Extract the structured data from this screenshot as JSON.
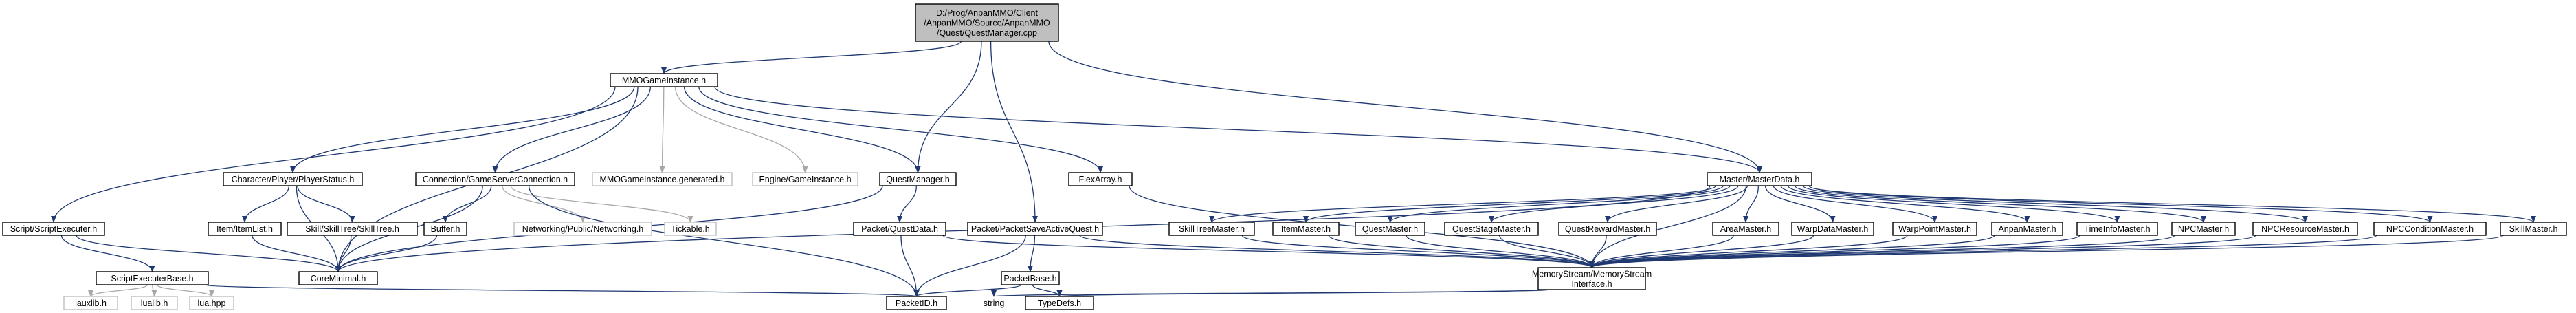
{
  "colors": {
    "edge": "#1f3870",
    "edge_missing": "#a8a8a8",
    "root_fill": "#bfbfbf",
    "node_fill": "#ffffff",
    "node_border": "#000000",
    "missing_border": "#bfbfbf",
    "missing_text": "#808080"
  },
  "nodes": [
    {
      "id": "root",
      "lines": [
        "D:/Prog/AnpanMMO/Client",
        "/AnpanMMO/Source/AnpanMMO",
        "/Quest/QuestManager.cpp"
      ],
      "kind": "root"
    },
    {
      "id": "mmo_game_instance",
      "lines": [
        "MMOGameInstance.h"
      ],
      "kind": "file"
    },
    {
      "id": "master_master_data",
      "lines": [
        "Master/MasterData.h"
      ],
      "kind": "file"
    },
    {
      "id": "script_executer",
      "lines": [
        "Script/ScriptExecuter.h"
      ],
      "kind": "file"
    },
    {
      "id": "character_player_status",
      "lines": [
        "Character/Player/PlayerStatus.h"
      ],
      "kind": "file"
    },
    {
      "id": "connection_game_server",
      "lines": [
        "Connection/GameServerConnection.h"
      ],
      "kind": "file"
    },
    {
      "id": "mmo_game_instance_generated",
      "lines": [
        "MMOGameInstance.generated.h"
      ],
      "kind": "missing"
    },
    {
      "id": "engine_game_instance",
      "lines": [
        "Engine/GameInstance.h"
      ],
      "kind": "missing"
    },
    {
      "id": "quest_manager_h",
      "lines": [
        "QuestManager.h"
      ],
      "kind": "file"
    },
    {
      "id": "flex_array",
      "lines": [
        "FlexArray.h"
      ],
      "kind": "file"
    },
    {
      "id": "packet_save_active_quest",
      "lines": [
        "Packet/PacketSaveActiveQuest.h"
      ],
      "kind": "file"
    },
    {
      "id": "item_item_list",
      "lines": [
        "Item/ItemList.h"
      ],
      "kind": "file"
    },
    {
      "id": "skill_tree",
      "lines": [
        "Skill/SkillTree/SkillTree.h"
      ],
      "kind": "file"
    },
    {
      "id": "buffer",
      "lines": [
        "Buffer.h"
      ],
      "kind": "file"
    },
    {
      "id": "networking",
      "lines": [
        "Networking/Public/Networking.h"
      ],
      "kind": "missing"
    },
    {
      "id": "tickable",
      "lines": [
        "Tickable.h"
      ],
      "kind": "missing"
    },
    {
      "id": "packet_quest_data",
      "lines": [
        "Packet/QuestData.h"
      ],
      "kind": "file"
    },
    {
      "id": "skill_tree_master",
      "lines": [
        "SkillTreeMaster.h"
      ],
      "kind": "file"
    },
    {
      "id": "item_master",
      "lines": [
        "ItemMaster.h"
      ],
      "kind": "file"
    },
    {
      "id": "quest_master",
      "lines": [
        "QuestMaster.h"
      ],
      "kind": "file"
    },
    {
      "id": "quest_stage_master",
      "lines": [
        "QuestStageMaster.h"
      ],
      "kind": "file"
    },
    {
      "id": "quest_reward_master",
      "lines": [
        "QuestRewardMaster.h"
      ],
      "kind": "file"
    },
    {
      "id": "area_master",
      "lines": [
        "AreaMaster.h"
      ],
      "kind": "file"
    },
    {
      "id": "warp_data_master",
      "lines": [
        "WarpDataMaster.h"
      ],
      "kind": "file"
    },
    {
      "id": "warp_point_master",
      "lines": [
        "WarpPointMaster.h"
      ],
      "kind": "file"
    },
    {
      "id": "anpan_master",
      "lines": [
        "AnpanMaster.h"
      ],
      "kind": "file"
    },
    {
      "id": "time_info_master",
      "lines": [
        "TimeInfoMaster.h"
      ],
      "kind": "file"
    },
    {
      "id": "npc_master",
      "lines": [
        "NPCMaster.h"
      ],
      "kind": "file"
    },
    {
      "id": "npc_resource_master",
      "lines": [
        "NPCResourceMaster.h"
      ],
      "kind": "file"
    },
    {
      "id": "npc_condition_master",
      "lines": [
        "NPCConditionMaster.h"
      ],
      "kind": "file"
    },
    {
      "id": "skill_master",
      "lines": [
        "SkillMaster.h"
      ],
      "kind": "file"
    },
    {
      "id": "script_executer_base",
      "lines": [
        "ScriptExecuterBase.h"
      ],
      "kind": "file"
    },
    {
      "id": "core_minimal",
      "lines": [
        "CoreMinimal.h"
      ],
      "kind": "file"
    },
    {
      "id": "packet_base",
      "lines": [
        "PacketBase.h"
      ],
      "kind": "file"
    },
    {
      "id": "memory_stream_interface",
      "lines": [
        "MemoryStream/MemoryStream",
        "Interface.h"
      ],
      "kind": "file"
    },
    {
      "id": "lauxlib",
      "lines": [
        "lauxlib.h"
      ],
      "kind": "missing"
    },
    {
      "id": "lualib",
      "lines": [
        "lualib.h"
      ],
      "kind": "missing"
    },
    {
      "id": "lua_hpp",
      "lines": [
        "lua.hpp"
      ],
      "kind": "missing"
    },
    {
      "id": "packet_id",
      "lines": [
        "PacketID.h"
      ],
      "kind": "file"
    },
    {
      "id": "string",
      "lines": [
        "string"
      ],
      "kind": "bare"
    },
    {
      "id": "type_defs",
      "lines": [
        "TypeDefs.h"
      ],
      "kind": "file"
    }
  ],
  "edges": [
    [
      "root",
      "mmo_game_instance"
    ],
    [
      "root",
      "quest_manager_h"
    ],
    [
      "root",
      "packet_save_active_quest"
    ],
    [
      "root",
      "master_master_data"
    ],
    [
      "mmo_game_instance",
      "script_executer"
    ],
    [
      "mmo_game_instance",
      "character_player_status"
    ],
    [
      "mmo_game_instance",
      "connection_game_server"
    ],
    [
      "mmo_game_instance",
      "mmo_game_instance_generated"
    ],
    [
      "mmo_game_instance",
      "engine_game_instance"
    ],
    [
      "mmo_game_instance",
      "quest_manager_h"
    ],
    [
      "mmo_game_instance",
      "flex_array"
    ],
    [
      "mmo_game_instance",
      "core_minimal"
    ],
    [
      "mmo_game_instance",
      "master_master_data"
    ],
    [
      "script_executer",
      "script_executer_base"
    ],
    [
      "script_executer",
      "core_minimal"
    ],
    [
      "character_player_status",
      "item_item_list"
    ],
    [
      "character_player_status",
      "skill_tree"
    ],
    [
      "character_player_status",
      "core_minimal"
    ],
    [
      "connection_game_server",
      "buffer"
    ],
    [
      "connection_game_server",
      "networking"
    ],
    [
      "connection_game_server",
      "tickable"
    ],
    [
      "connection_game_server",
      "core_minimal"
    ],
    [
      "connection_game_server",
      "packet_id"
    ],
    [
      "quest_manager_h",
      "packet_quest_data"
    ],
    [
      "quest_manager_h",
      "core_minimal"
    ],
    [
      "flex_array",
      "memory_stream_interface"
    ],
    [
      "packet_save_active_quest",
      "packet_base"
    ],
    [
      "packet_save_active_quest",
      "packet_id"
    ],
    [
      "packet_save_active_quest",
      "memory_stream_interface"
    ],
    [
      "item_item_list",
      "core_minimal"
    ],
    [
      "skill_tree",
      "core_minimal"
    ],
    [
      "buffer",
      "core_minimal"
    ],
    [
      "packet_quest_data",
      "packet_id"
    ],
    [
      "packet_quest_data",
      "memory_stream_interface"
    ],
    [
      "master_master_data",
      "skill_tree_master"
    ],
    [
      "master_master_data",
      "item_master"
    ],
    [
      "master_master_data",
      "quest_master"
    ],
    [
      "master_master_data",
      "quest_stage_master"
    ],
    [
      "master_master_data",
      "quest_reward_master"
    ],
    [
      "master_master_data",
      "area_master"
    ],
    [
      "master_master_data",
      "warp_data_master"
    ],
    [
      "master_master_data",
      "warp_point_master"
    ],
    [
      "master_master_data",
      "anpan_master"
    ],
    [
      "master_master_data",
      "time_info_master"
    ],
    [
      "master_master_data",
      "npc_master"
    ],
    [
      "master_master_data",
      "npc_resource_master"
    ],
    [
      "master_master_data",
      "npc_condition_master"
    ],
    [
      "master_master_data",
      "skill_master"
    ],
    [
      "master_master_data",
      "core_minimal"
    ],
    [
      "master_master_data",
      "memory_stream_interface"
    ],
    [
      "skill_tree_master",
      "memory_stream_interface"
    ],
    [
      "item_master",
      "memory_stream_interface"
    ],
    [
      "quest_master",
      "memory_stream_interface"
    ],
    [
      "quest_stage_master",
      "memory_stream_interface"
    ],
    [
      "quest_reward_master",
      "memory_stream_interface"
    ],
    [
      "area_master",
      "memory_stream_interface"
    ],
    [
      "warp_data_master",
      "memory_stream_interface"
    ],
    [
      "warp_point_master",
      "memory_stream_interface"
    ],
    [
      "anpan_master",
      "memory_stream_interface"
    ],
    [
      "time_info_master",
      "memory_stream_interface"
    ],
    [
      "npc_master",
      "memory_stream_interface"
    ],
    [
      "npc_resource_master",
      "memory_stream_interface"
    ],
    [
      "npc_condition_master",
      "memory_stream_interface"
    ],
    [
      "skill_master",
      "memory_stream_interface"
    ],
    [
      "script_executer_base",
      "lauxlib"
    ],
    [
      "script_executer_base",
      "lualib"
    ],
    [
      "script_executer_base",
      "lua_hpp"
    ],
    [
      "script_executer_base",
      "packet_id"
    ],
    [
      "packet_base",
      "packet_id"
    ],
    [
      "packet_base",
      "type_defs"
    ],
    [
      "memory_stream_interface",
      "string"
    ],
    [
      "memory_stream_interface",
      "type_defs"
    ]
  ]
}
